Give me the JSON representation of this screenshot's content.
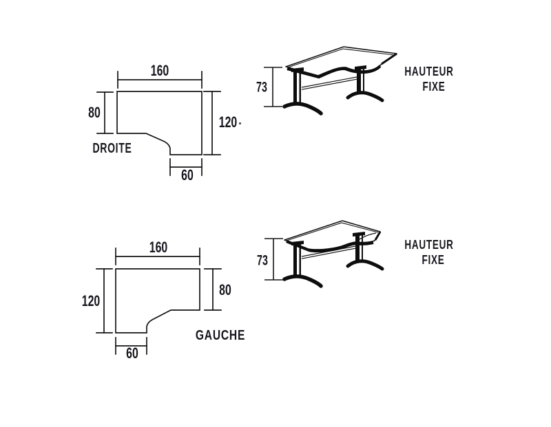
{
  "page": {
    "background": "#ffffff",
    "line_color": "#141414",
    "text_color": "#15151d"
  },
  "plans": {
    "droite": {
      "label": "DROITE",
      "dim_top": "160",
      "dim_left": "80",
      "dim_right": "120",
      "dim_bottom": "60"
    },
    "gauche": {
      "label": "GAUCHE",
      "dim_top": "160",
      "dim_left": "120",
      "dim_right": "80",
      "dim_bottom": "60"
    }
  },
  "desks": {
    "top": {
      "height_dim": "73",
      "note_line1": "HAUTEUR",
      "note_line2": "FIXE"
    },
    "bottom": {
      "height_dim": "73",
      "note_line1": "HAUTEUR",
      "note_line2": "FIXE"
    }
  }
}
